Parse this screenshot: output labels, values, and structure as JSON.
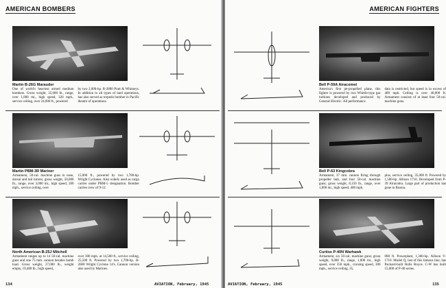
{
  "left_page": {
    "header": "AMERICAN BOMBERS",
    "entries": [
      {
        "title": "Martin B-26G Marauder",
        "col1": "One of world's heaviest armed medium bombers. Gross weight, 35,000 lb., range, over 1,000 mi., high speed, 320 mph., service ceiling, over 24,000 ft., powered",
        "col2": "by two 2,000-hp. R-2800 Pratt & Whitneys. In addition to all types of land operations, has also served as torpedo bomber in Pacific theatre of operations."
      },
      {
        "title": "Martin PBM-3R Mariner",
        "col1": "Armament, 50-cal. machine guns in nose, dorsal and tail turrets; gross weight, 50,000 lb., range, over 3,000 mi., high speed, 200 mph., service ceiling, over",
        "col2": "15,000 ft., powered by two 1,700-hp. Wright Cyclones. Also widely used as cargo carrier under PBM-5 designation. Bomber carries crew of 9-12."
      },
      {
        "title": "North American B-25J Mitchell",
        "col1": "Armament ranges up to 14 50-cal. machine guns and one 75 mm. cannon besides bomb load. Gross weight, 27,000 lb., weight empty, 19,480 lb., high speed,",
        "col2": "over 300 mph. at 14,500 ft., service ceiling, 25,500 ft. Powered by two 1,700-hp. R-2600 Wright Cyclone 14's. Cannon version also used by Marines."
      }
    ],
    "page_number": "134",
    "footer": "AVIATION, February, 1945"
  },
  "right_page": {
    "header": "AMERICAN FIGHTERS",
    "entries": [
      {
        "title": "Bell P-59A Airacomet",
        "col1": "America's first jet-propelled plane, this fighter is powered by two Whittle-type gas turbines developed and produced by General Electric. All performance",
        "col2": "data is restricted, but speed is in excess of 400 mph. Ceiling is over 40,000 ft. Armament consists of at least four 50-cal. machine guns."
      },
      {
        "title": "Bell P-63 Kingcobra",
        "col1": "Armament, 37 mm. cannon firing through propeller hub, and four 50-cal. machine guns; gross weight, 8,150 lb., range, over 1,000 mi., high speed, 400 mph.",
        "col2": "plus, service ceiling, 35,000 ft. Powered by 1,500-hp. Allison 1710. Developed from P-39 Airacobra. Large part of production has gone to Russia."
      },
      {
        "title": "Curtiss P-40N Warhawk",
        "col1": "Armament, six 50-cal. machine guns; gross weight, 9,000 lb., range, 1,000 mi., high speed, over 350 mph., cruising speed, 300 mph., service ceiling, 35,",
        "col2": "000 ft. Powerplant, 1,360-hp. Allison V-1710. Model Q, last of this famous line, has Packard-built Rolls Royce. C-W has built 15,000 of P-40 series."
      }
    ],
    "page_number": "135",
    "footer": "AVIATION, February, 1945"
  }
}
